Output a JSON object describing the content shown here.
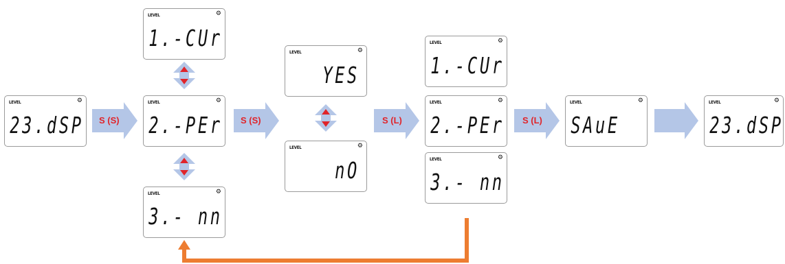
{
  "colors": {
    "flow_arrow": "#b4c6e7",
    "updown_arrow": "#b4c6e7",
    "updown_tip": "#e0242a",
    "return_arrow": "#ed7d31",
    "label": "#e0242a"
  },
  "displays": {
    "d1": {
      "level": "LEVEL",
      "text": "23.dSP"
    },
    "d2a": {
      "level": "LEVEL",
      "text": "1.-CUr"
    },
    "d2b": {
      "level": "LEVEL",
      "text": "2.-PEr"
    },
    "d2c": {
      "level": "LEVEL",
      "text": "3.- nn"
    },
    "d3a": {
      "level": "LEVEL",
      "text": "YES"
    },
    "d3b": {
      "level": "LEVEL",
      "text": "nO"
    },
    "d4a": {
      "level": "LEVEL",
      "text": "1.-CUr"
    },
    "d4b": {
      "level": "LEVEL",
      "text": "2.-PEr"
    },
    "d4c": {
      "level": "LEVEL",
      "text": "3.- nn"
    },
    "d5": {
      "level": "LEVEL",
      "text": "SAuE"
    },
    "d6": {
      "level": "LEVEL",
      "text": "23.dSP"
    }
  },
  "arrows": {
    "a1": "S (S)",
    "a2": "S (S)",
    "a3": "S (L)",
    "a4": "S (L)"
  },
  "icons": {
    "settings": "gear-icon",
    "updown": "up-down-arrow-icon"
  }
}
